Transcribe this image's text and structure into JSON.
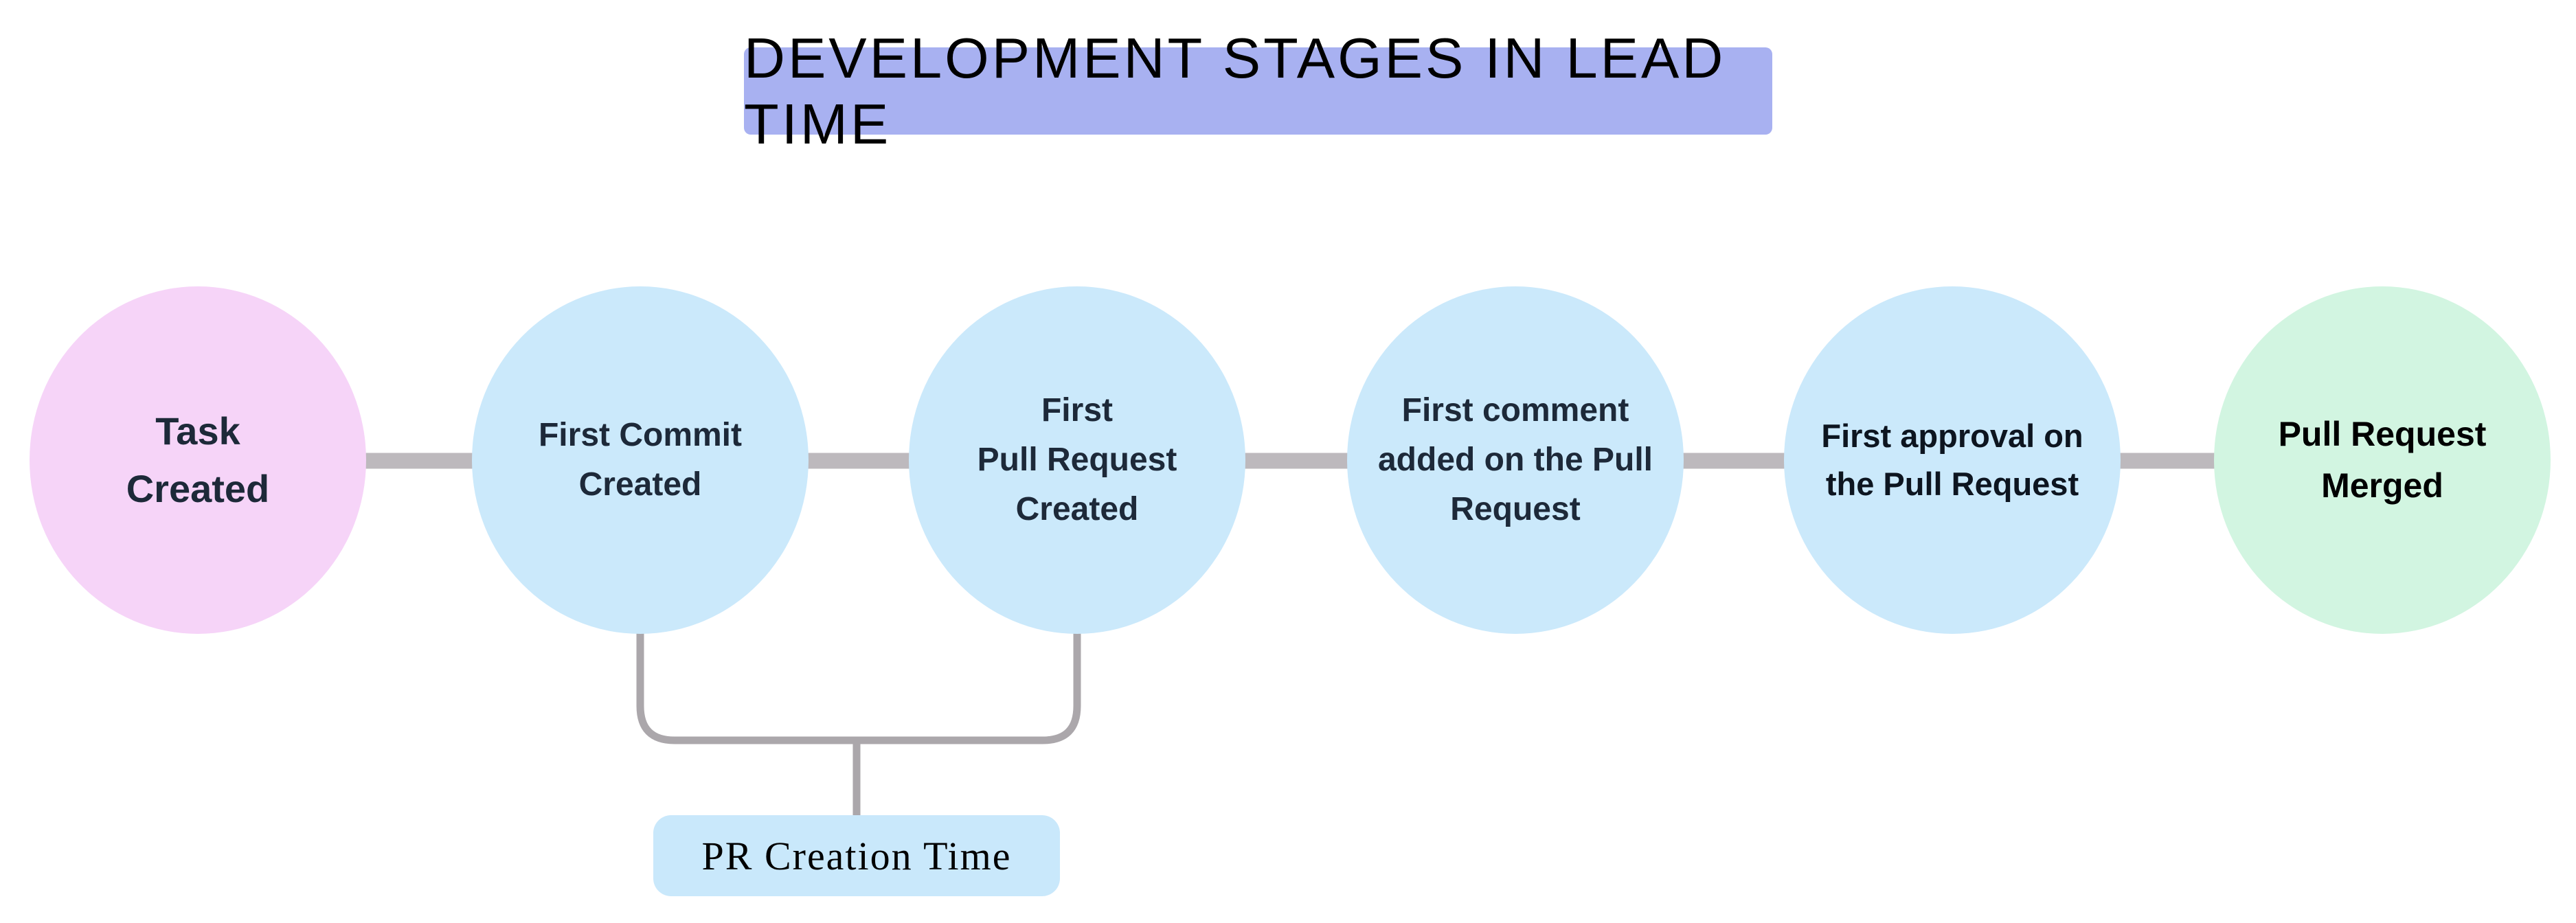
{
  "title": {
    "text": "DEVELOPMENT STAGES IN LEAD TIME",
    "bg": "#a8b1f1",
    "text_color": "#000000"
  },
  "stages": [
    {
      "id": "task-created",
      "text": "Task\nCreated",
      "bg": "#f6d4f8",
      "text_color": "#1d2939"
    },
    {
      "id": "first-commit-created",
      "text": "First Commit\nCreated",
      "bg": "#cbe9fb",
      "text_color": "#1d2939"
    },
    {
      "id": "first-pull-request-created",
      "text": "First\nPull Request\nCreated",
      "bg": "#cbe9fb",
      "text_color": "#1d2939"
    },
    {
      "id": "first-comment-added",
      "text": "First comment\nadded on the Pull\nRequest",
      "bg": "#cbe9fb",
      "text_color": "#1d2939"
    },
    {
      "id": "first-approval",
      "text": "First approval on\nthe Pull Request",
      "bg": "#cbe9fb",
      "text_color": "#0d1520"
    },
    {
      "id": "pull-request-merged",
      "text": "Pull Request\nMerged",
      "bg": "#d2f5e1",
      "text_color": "#000000"
    }
  ],
  "annotation": {
    "label": "PR Creation Time",
    "bg": "#c9e8fb",
    "text_color": "#000000",
    "spans_stages": "first-commit-created to first-pull-request-created"
  },
  "colors": {
    "connector": "#bdb9bd",
    "bracket": "#aba7ab",
    "background": "#ffffff"
  }
}
